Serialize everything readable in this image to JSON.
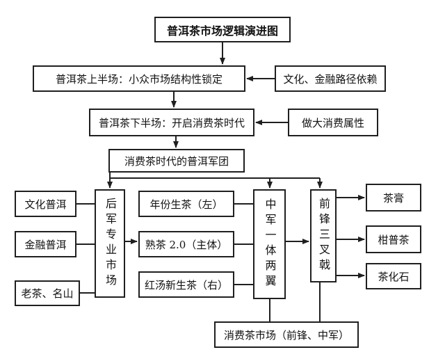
{
  "diagram": {
    "title": "普洱茶市场逻辑演进图",
    "first_half": "普洱茶上半场：小众市场结构性锁定",
    "path_dependence": "文化、金融路径依赖",
    "second_half": "普洱茶下半场：开启消费茶时代",
    "mass_consumption": "做大消费属性",
    "legion": "消费茶时代的普洱军团",
    "cultural_puer": "文化普洱",
    "financial_puer": "金融普洱",
    "old_tea_mountains": "老茶、名山",
    "rear_army": "后军专业市场",
    "vintage_raw": "年份生茶（左）",
    "ripe_tea": "熟茶 2.0（主体）",
    "red_broth_raw": "红汤新生茶（右）",
    "central_army": "中军一体两翼",
    "vanguard": "前锋三叉戟",
    "tea_paste": "茶膏",
    "citrus_puer": "柑普茶",
    "tea_fossil": "茶化石",
    "consumer_market": "消费茶市场（前锋、中军）"
  }
}
